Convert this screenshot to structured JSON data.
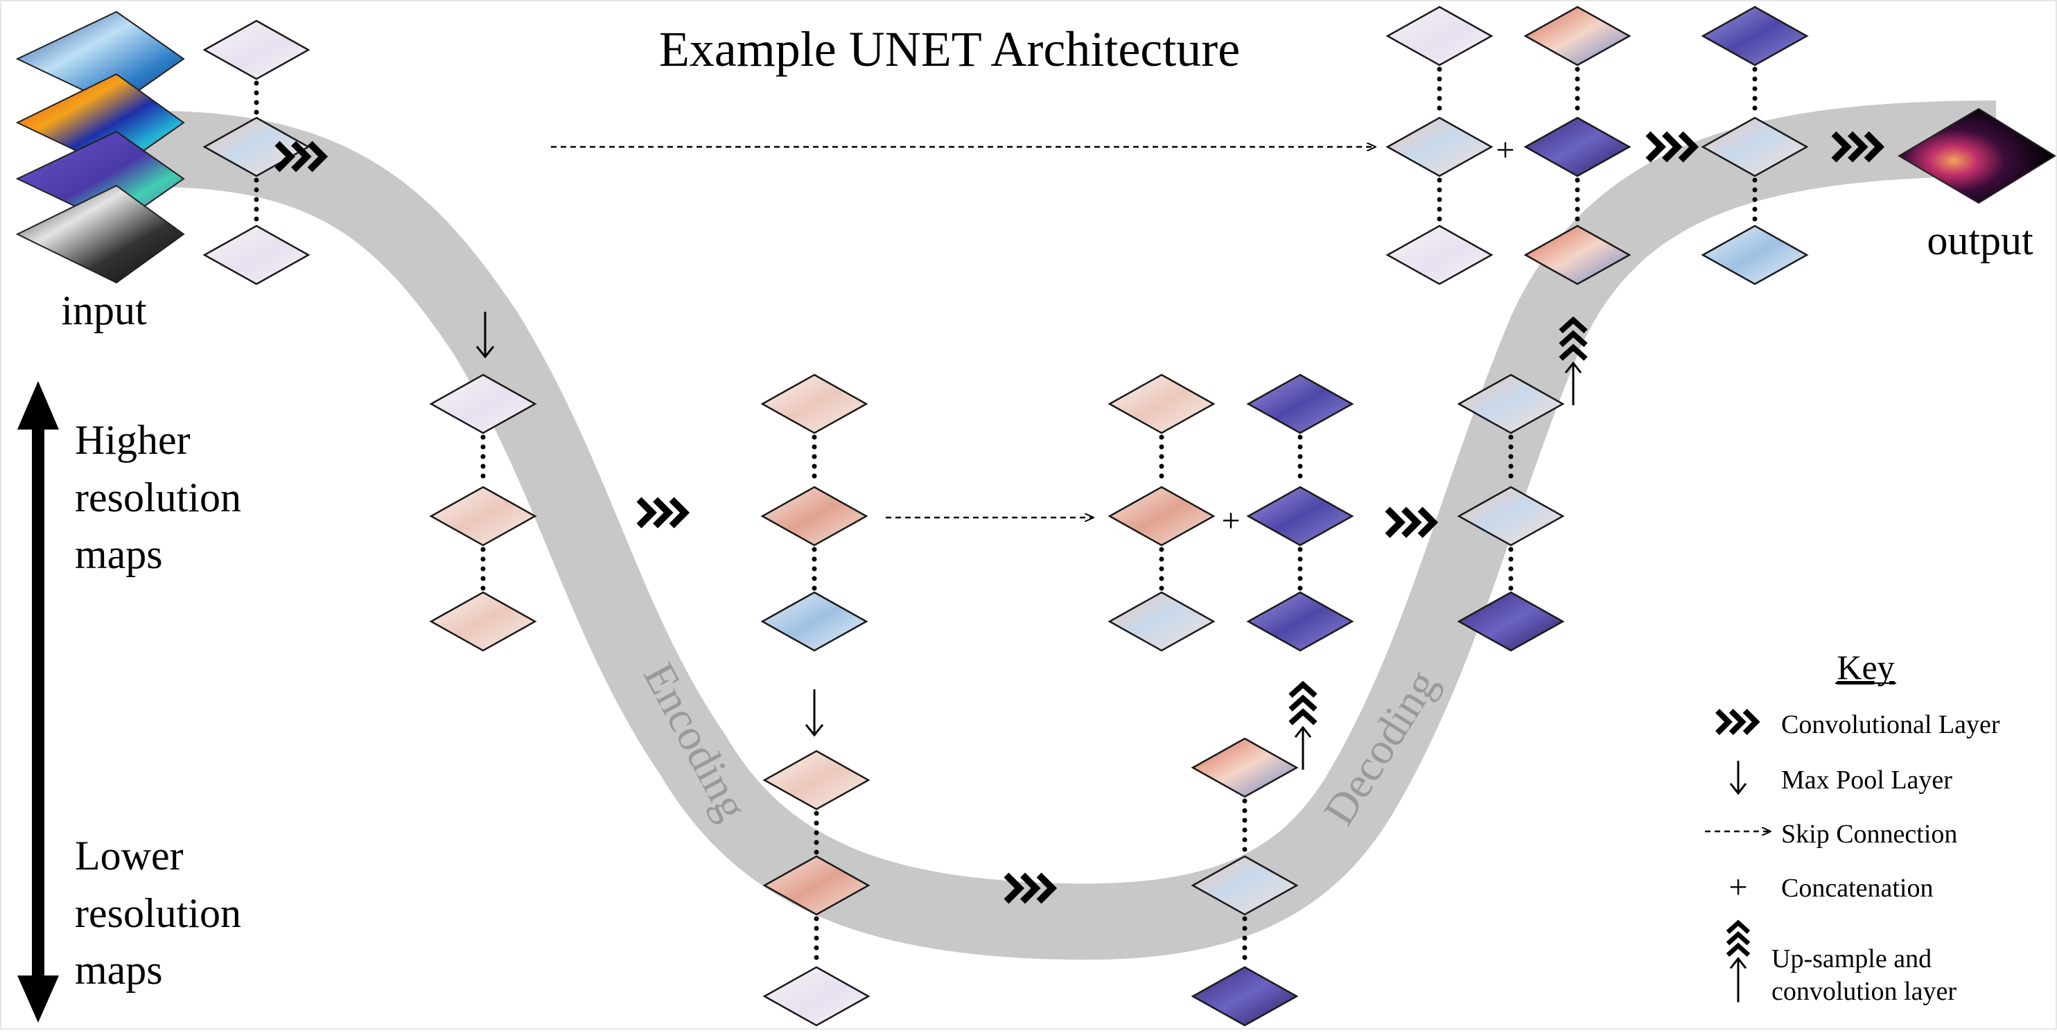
{
  "title": "Example UNET Architecture",
  "labels": {
    "input": "input",
    "output": "output",
    "encoding": "Encoding",
    "decoding": "Decoding",
    "higher": [
      "Higher",
      "resolution",
      "maps"
    ],
    "lower": [
      "Lower",
      "resolution",
      "maps"
    ]
  },
  "operators": {
    "plus": "+"
  },
  "key": {
    "title": "Key",
    "items": [
      {
        "icon": "chevron-triple-right-icon",
        "label": "Convolutional Layer"
      },
      {
        "icon": "arrow-down-icon",
        "label": "Max Pool Layer"
      },
      {
        "icon": "dashed-arrow-right-icon",
        "label": "Skip Connection"
      },
      {
        "icon": "plus-icon",
        "label": "Concatenation"
      },
      {
        "icon": "chevron-triple-up-arrow-icon",
        "label": [
          "Up-sample and",
          "convolution layer"
        ]
      }
    ]
  },
  "colors": {
    "band": "#c8c8c8",
    "band_text": "#9a9a9a",
    "orange": "#e2775a",
    "purple": "#6e66c4",
    "dark_purple": "#2a1f62",
    "light_blue": "#b9d6ea"
  }
}
